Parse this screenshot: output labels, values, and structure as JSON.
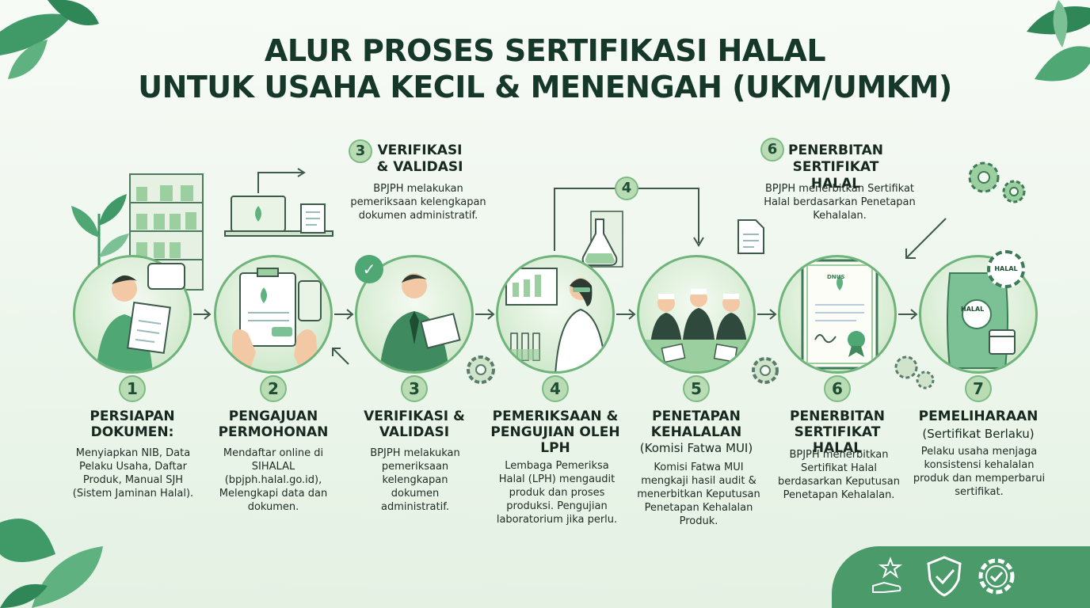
{
  "title": {
    "line1": "ALUR PROSES SERTIFIKASI HALAL",
    "line2": "UNTUK USAHA KECIL & MENENGAH (UKM/UMKM)"
  },
  "steps": [
    {
      "number": "1",
      "title": "PERSIAPAN DOKUMEN:",
      "desc": "Menyiapkan NIB, Data Pelaku Usaha, Daftar Produk, Manual SJH (Sistem Jaminan Halal)."
    },
    {
      "number": "2",
      "title": "PENGAJUAN PERMOHONAN",
      "desc": "Mendaftar online di SIHALAL (bpjph.halal.go.id), Melengkapi data dan dokumen."
    },
    {
      "number": "3",
      "title": "VERIFIKASI & VALIDASI",
      "desc": "BPJPH melakukan pemeriksaan kelengkapan dokumen administratif."
    },
    {
      "number": "4",
      "title": "PEMERIKSAAN & PENGUJIAN OLEH LPH",
      "desc": "Lembaga Pemeriksa Halal (LPH) mengaudit produk dan proses produksi. Pengujian laboratorium jika perlu."
    },
    {
      "number": "5",
      "title": "PENETAPAN KEHALALAN",
      "subtitle": "(Komisi Fatwa MUI)",
      "desc": "Komisi Fatwa MUI mengkaji hasil audit & menerbitkan Keputusan Penetapan Kehalalan Produk."
    },
    {
      "number": "6",
      "title": "PENERBITAN SERTIFIKAT HALAL",
      "desc": "BPJPH menerbitkan Sertifikat Halal berdasarkan Keputusan Penetapan Kehalalan."
    },
    {
      "number": "7",
      "title": "PEMELIHARAAN",
      "subtitle": "(Sertifikat Berlaku)",
      "desc": "Pelaku usaha menjaga konsistensi kehalalan produk dan memperbarui sertifikat."
    }
  ],
  "callouts": {
    "verifikasi": {
      "number": "3",
      "title": "VERIFIKASI & VALIDASI",
      "desc": "BPJPH melakukan pemeriksaan kelengkapan dokumen administratif."
    },
    "lph": {
      "number": "4"
    },
    "penerbitan": {
      "number": "6",
      "title": "PENERBITAN SERTIFIKAT HALAL",
      "desc": "BPJPH menerbitkan Sertifikat Halal berdasarkan Penetapan Kehalalan."
    }
  },
  "halal_label": "HALAL",
  "mui_label": "DNUS",
  "colors": {
    "primary_green": "#4a9a6a",
    "light_green": "#c3e2bd",
    "dark_text": "#16382a"
  }
}
